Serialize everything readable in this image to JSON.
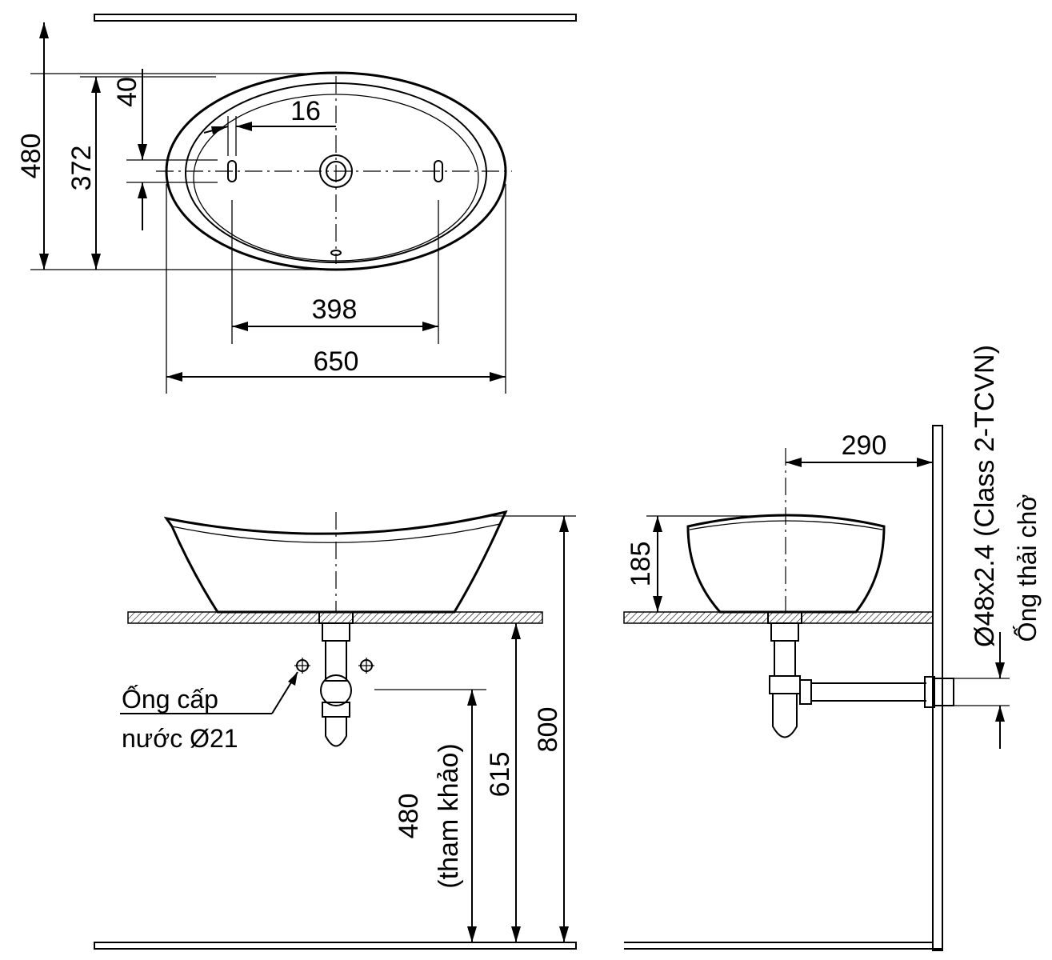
{
  "top_view": {
    "dims": {
      "depth_total": "480",
      "depth_bowl": "372",
      "hole_offset": "40",
      "hole_width": "16",
      "hole_spacing": "398",
      "width_total": "650"
    }
  },
  "front_view": {
    "dims": {
      "height_total": "800",
      "height_counter": "615",
      "supply_height": "480",
      "supply_height_note": "(tham khảo)"
    },
    "supply_label": [
      "Ống cấp",
      "nước Ø21"
    ]
  },
  "side_view": {
    "dims": {
      "basin_height": "185",
      "wall_distance": "290"
    },
    "drain_label": "Ø48x2.4 (Class 2-TCVN)",
    "drain_note": "Ống thải chờ"
  }
}
